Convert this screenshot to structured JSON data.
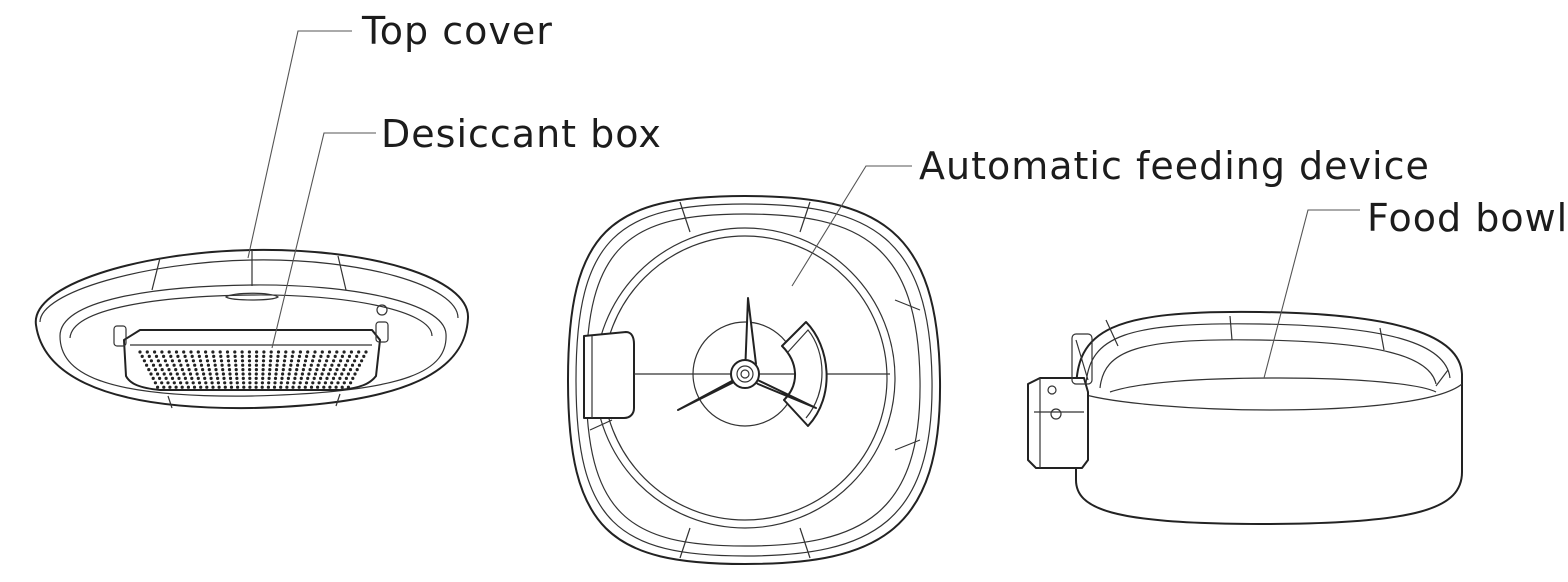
{
  "labels": {
    "top_cover": "Top cover",
    "desiccant_box": "Desiccant box",
    "automatic_feeding_device": "Automatic feeding device",
    "food_bowl": "Food bowl"
  },
  "colors": {
    "line": "#222222",
    "leader": "#555555",
    "background": "#ffffff"
  }
}
